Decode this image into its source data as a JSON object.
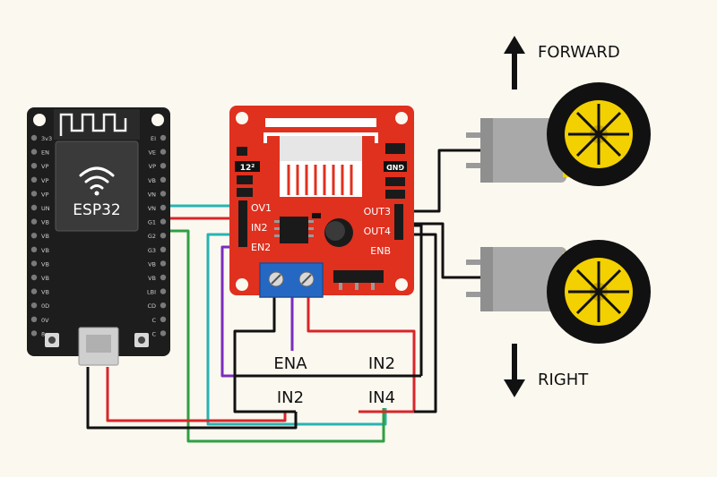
{
  "esp32": {
    "label": "ESP32",
    "left_pins": [
      "3v3",
      "EN",
      "VP",
      "VP",
      "VP",
      "UN",
      "VB",
      "VB",
      "VB",
      "VB",
      "VB",
      "VB",
      "0D",
      "0V",
      "8"
    ],
    "right_pins": [
      "EI",
      "VE",
      "VP",
      "VB",
      "VN",
      "VN",
      "G1",
      "G2",
      "G3",
      "VB",
      "VB",
      "LBI",
      "CD",
      "C",
      "C"
    ]
  },
  "driver": {
    "pin_in_left": [
      "OV1",
      "IN2",
      "EN2"
    ],
    "pin_out_right": [
      "OUT3",
      "OUT4",
      "ENB"
    ],
    "marking_left": "12²",
    "marking_right": "GND",
    "board_color": "#e0301e"
  },
  "labels": {
    "top_left": "ENA",
    "top_right": "IN2",
    "bottom_left": "IN2",
    "bottom_right": "IN4"
  },
  "directions": {
    "up": "FORWARD",
    "down": "RIGHT"
  },
  "wire_colors": {
    "cyan": "#27b3b3",
    "red": "#d9252a",
    "green": "#2ea043",
    "purple": "#7b2cbf",
    "black": "#111111"
  }
}
